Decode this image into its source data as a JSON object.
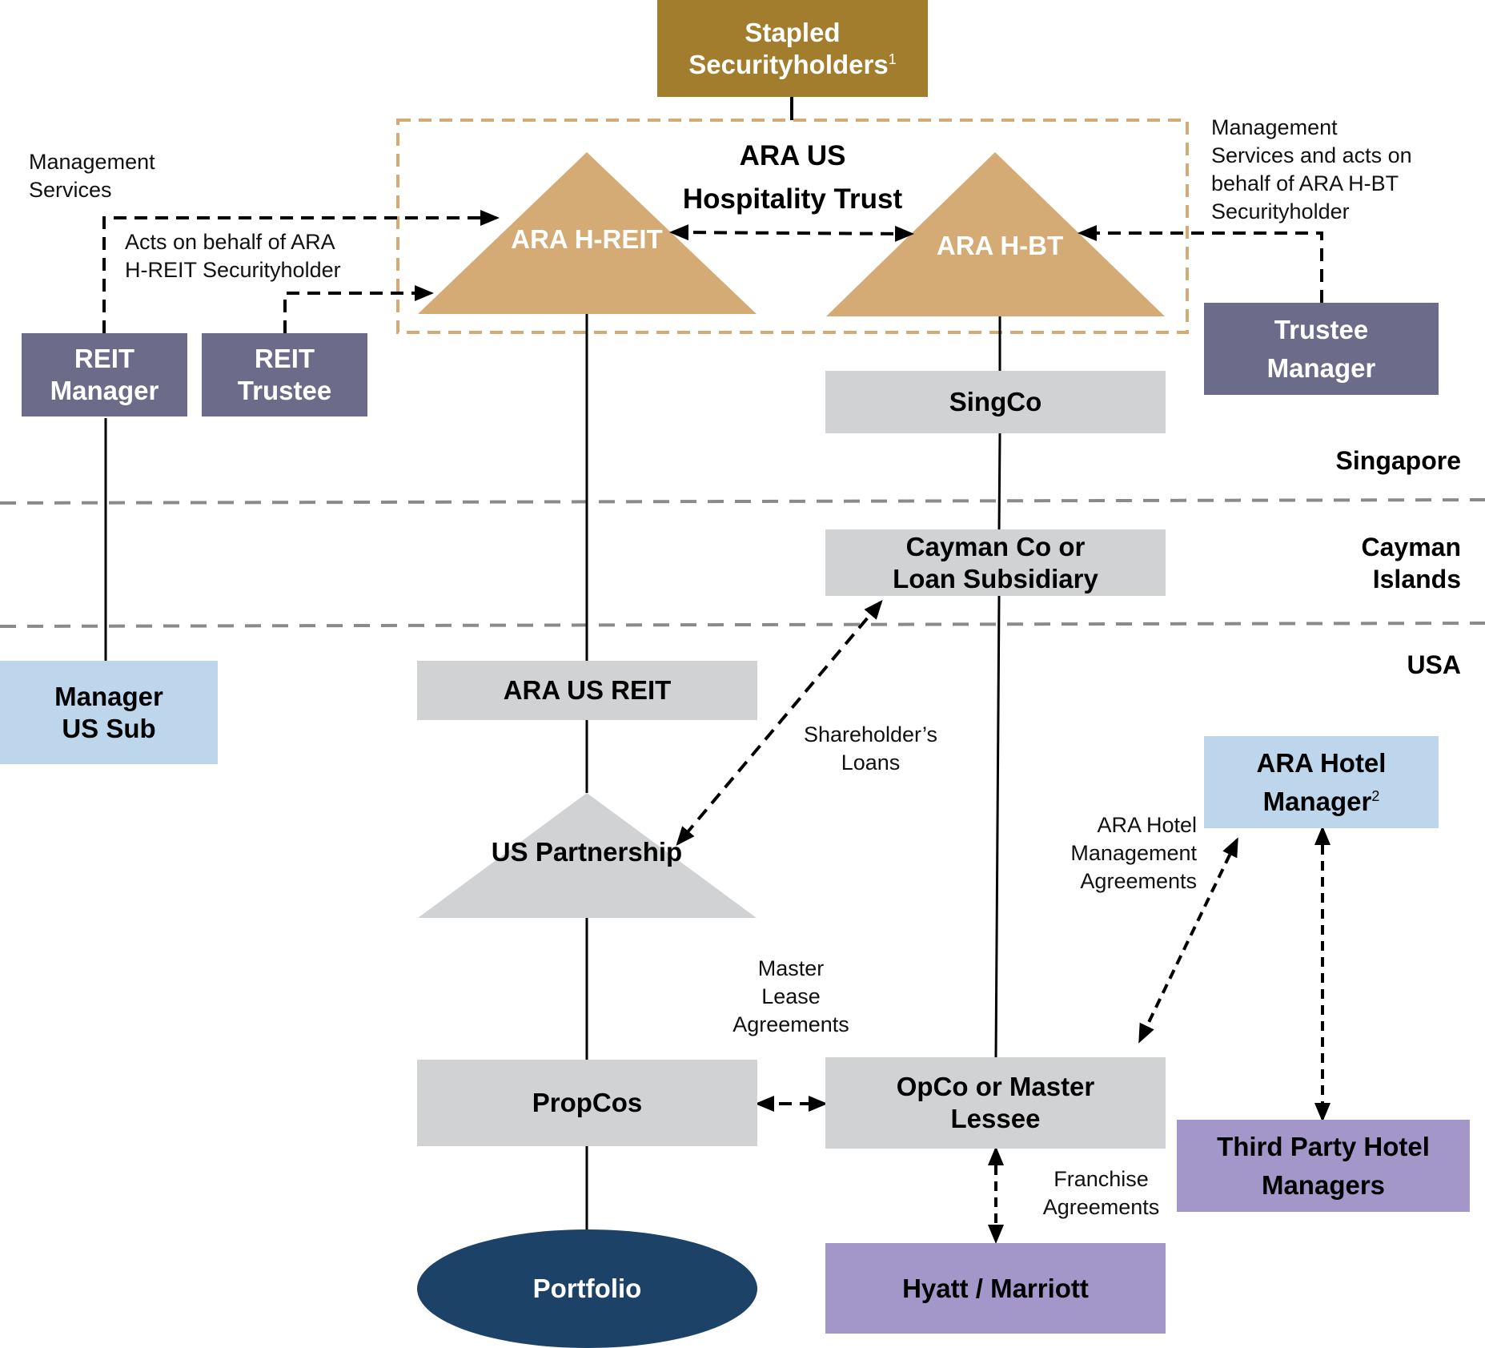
{
  "title": {
    "line1": "ARA US",
    "line2": "Hospitality Trust"
  },
  "nodes": {
    "stapled": {
      "line1": "Stapled",
      "line2": "Securityholders",
      "sup": "1"
    },
    "h_reit": {
      "line1": "ARA",
      "line2": "H-REIT"
    },
    "h_bt": {
      "line1": "ARA",
      "line2": "H-BT"
    },
    "reit_manager": {
      "line1": "REIT",
      "line2": "Manager"
    },
    "reit_trustee": {
      "line1": "REIT",
      "line2": "Trustee"
    },
    "trustee_manager": {
      "line1": "Trustee",
      "line2": "Manager"
    },
    "singco": {
      "line1": "SingCo"
    },
    "cayman": {
      "line1": "Cayman Co or",
      "line2": "Loan Subsidiary"
    },
    "manager_us_sub": {
      "line1": "Manager",
      "line2": "US Sub"
    },
    "ara_us_reit": {
      "line1": "ARA US REIT"
    },
    "us_partnership": {
      "line1": "US",
      "line2": "Partnership"
    },
    "propcos": {
      "line1": "PropCos"
    },
    "portfolio": {
      "line1": "Portfolio"
    },
    "opco": {
      "line1": "OpCo or Master",
      "line2": "Lessee"
    },
    "hyatt_marriott": {
      "line1": "Hyatt / Marriott"
    },
    "ara_hotel_manager": {
      "line1": "ARA Hotel",
      "line2": "Manager",
      "sup": "2"
    },
    "third_party": {
      "line1": "Third Party Hotel",
      "line2": "Managers"
    }
  },
  "notes": {
    "mgmt_services_left": [
      "Management",
      "Services"
    ],
    "acts_on_behalf_reit": [
      "Acts on behalf of ARA",
      "H-REIT Securityholder"
    ],
    "mgmt_services_right": [
      "Management",
      "Services and acts on",
      "behalf of ARA H-BT",
      "Securityholder"
    ],
    "shareholders_loans": [
      "Shareholder’s",
      "Loans"
    ],
    "master_lease": [
      "Master",
      "Lease",
      "Agreements"
    ],
    "hotel_mgmt_agreements": [
      "ARA Hotel",
      "Management",
      "Agreements"
    ],
    "franchise": [
      "Franchise",
      "Agreements"
    ]
  },
  "regions": {
    "singapore": [
      "Singapore"
    ],
    "cayman": [
      "Cayman",
      "Islands"
    ],
    "usa": [
      "USA"
    ]
  },
  "colors": {
    "gold": "#a17d2d",
    "tan": "#d4ab75",
    "slate": "#6c6c8a",
    "grey": "#d1d2d4",
    "light_blue": "#bdd6ec",
    "lavender": "#a297c8",
    "navy": "#1d4268",
    "divider": "#8a8a8a"
  }
}
